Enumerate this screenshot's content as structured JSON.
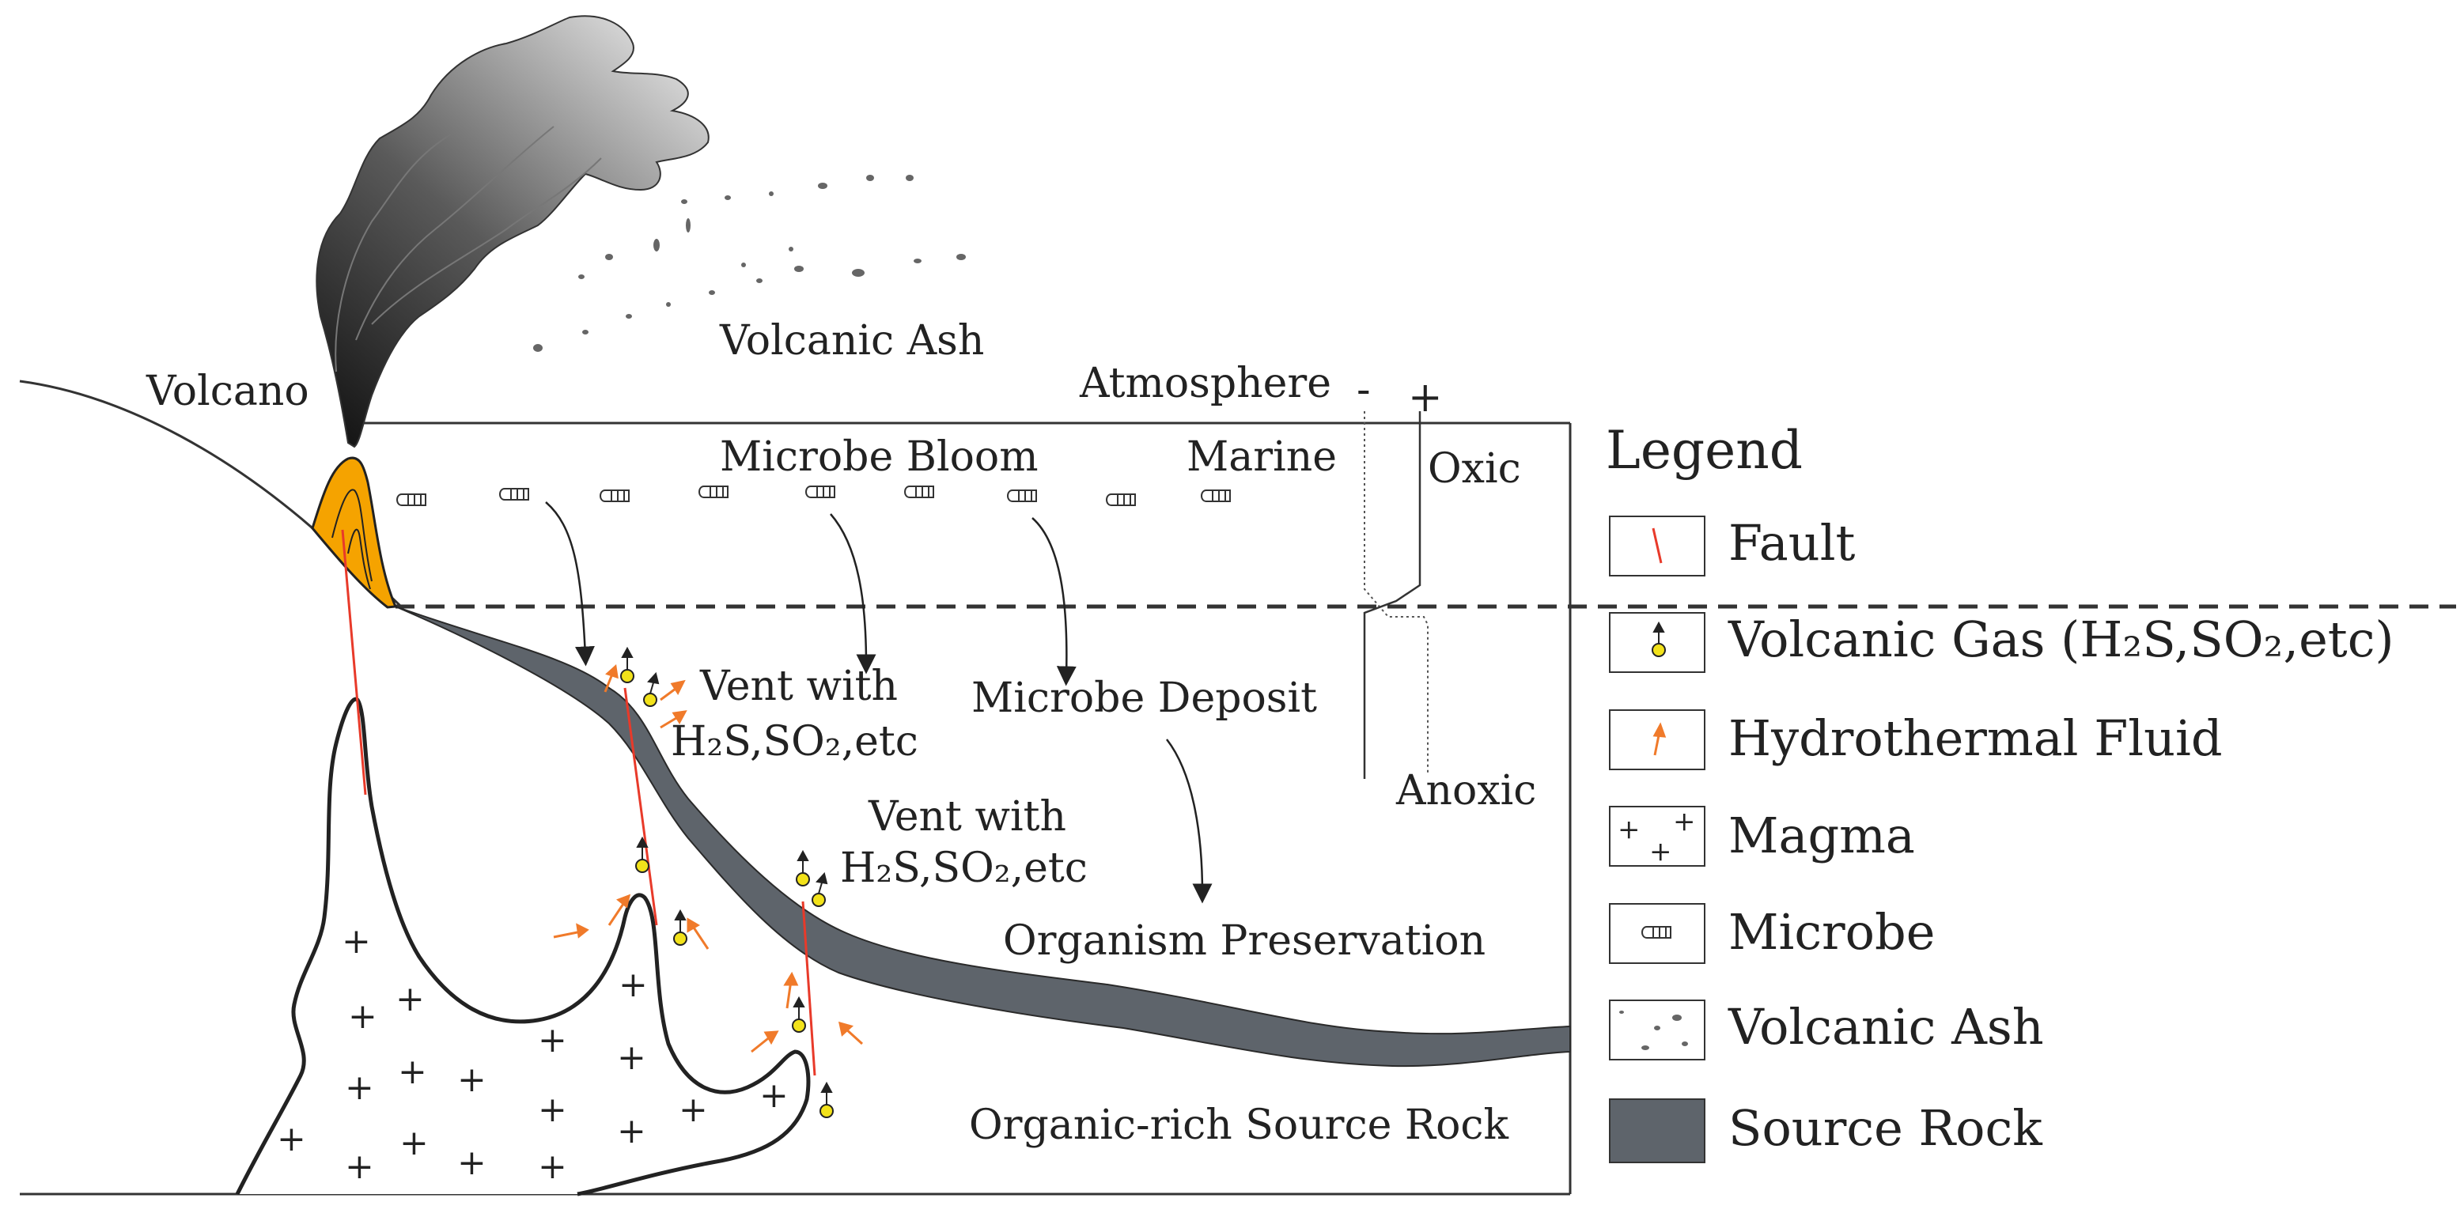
{
  "labels": {
    "volcano": "Volcano",
    "volcanic_ash": "Volcanic Ash",
    "atmosphere": "Atmosphere",
    "marine": "Marine",
    "microbe_bloom": "Microbe Bloom",
    "oxic": "Oxic",
    "anoxic": "Anoxic",
    "minus": "-",
    "plus": "+",
    "vent1_line1": "Vent with",
    "vent1_line2": "H₂S,SO₂,etc",
    "vent2_line1": "Vent with",
    "vent2_line2": "H₂S,SO₂,etc",
    "microbe_deposit": "Microbe Deposit",
    "organism_preservation": "Organism Preservation",
    "organic_rich_source_rock": "Organic-rich Source Rock"
  },
  "legend": {
    "title": "Legend",
    "items": [
      {
        "label": "Fault",
        "icon": "fault-line"
      },
      {
        "label": "Volcanic Gas (H₂S,SO₂,etc)",
        "icon": "gas-bubble"
      },
      {
        "label": "Hydrothermal Fluid",
        "icon": "orange-arrow"
      },
      {
        "label": "Magma",
        "icon": "plus-signs"
      },
      {
        "label": "Microbe",
        "icon": "microbe"
      },
      {
        "label": "Volcanic Ash",
        "icon": "ash-dots"
      },
      {
        "label": "Source Rock",
        "icon": "dark-gray-block"
      }
    ]
  },
  "colors": {
    "magma_orange": "#f5a300",
    "source_rock": "#5e646b",
    "fault": "#e83a2a",
    "fluid_arrow": "#f07a2a",
    "gas_bubble": "#f2e21a",
    "plume_dark": "#1a1a1a",
    "plume_light": "#e2e2e2"
  }
}
